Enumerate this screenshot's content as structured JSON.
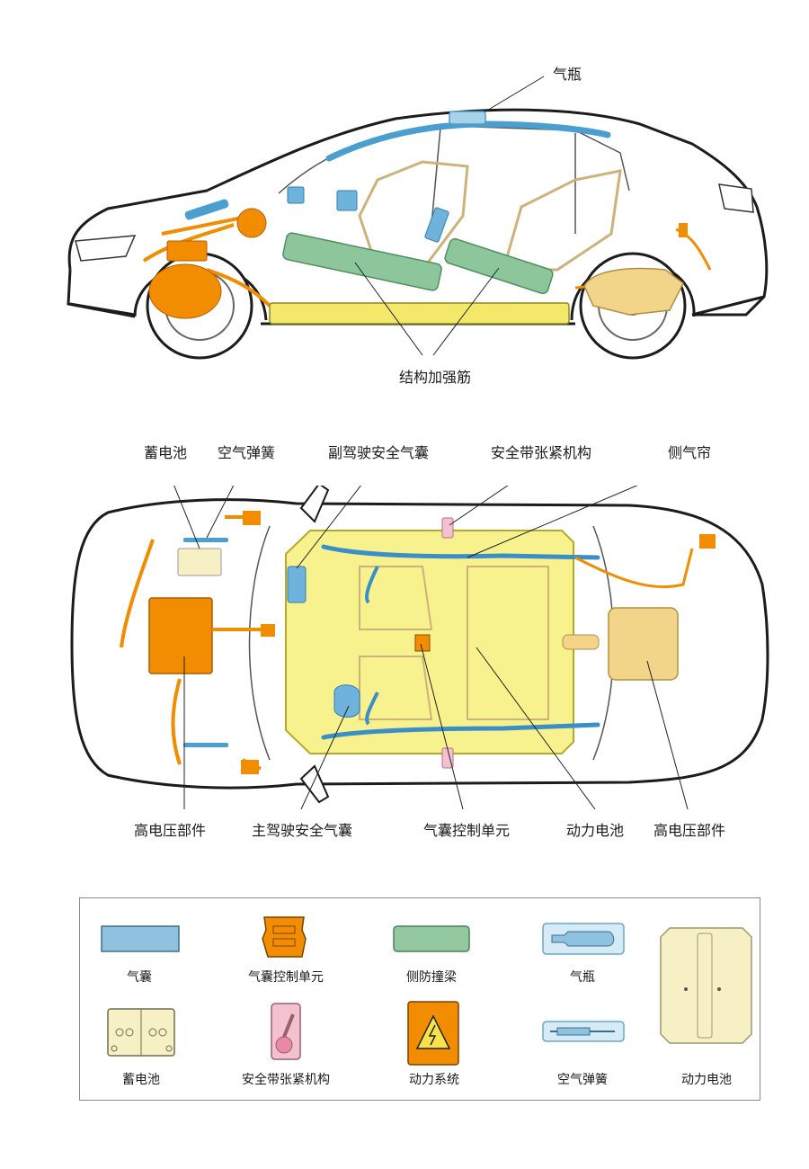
{
  "top_view_labels": {
    "gas_bottle": "气瓶",
    "reinforcement": "结构加强筋"
  },
  "plan_view_labels": {
    "battery_12v": "蓄电池",
    "air_spring": "空气弹簧",
    "passenger_airbag": "副驾驶安全气囊",
    "belt_tensioner": "安全带张紧机构",
    "side_curtain": "侧气帘",
    "hv_front": "高电压部件",
    "driver_airbag": "主驾驶安全气囊",
    "airbag_ecu": "气囊控制单元",
    "power_battery": "动力电池",
    "hv_rear": "高电压部件"
  },
  "legend": {
    "items": [
      {
        "label": "气囊",
        "icon": "airbag-swatch-icon",
        "color": "#8fc2df"
      },
      {
        "label": "气囊控制单元",
        "icon": "airbag-control-unit-icon",
        "color": "#f28c00"
      },
      {
        "label": "侧防撞梁",
        "icon": "side-impact-beam-icon",
        "color": "#93c8a0"
      },
      {
        "label": "气瓶",
        "icon": "gas-bottle-icon",
        "color": "#a7d2e8"
      },
      {
        "label": "蓄电池",
        "icon": "battery-12v-icon",
        "color": "#f6f0c4"
      },
      {
        "label": "安全带张紧机构",
        "icon": "belt-tensioner-icon",
        "color": "#f4c2cf"
      },
      {
        "label": "动力系统",
        "icon": "high-voltage-warning-icon",
        "color": "#f28c00"
      },
      {
        "label": "空气弹簧",
        "icon": "air-spring-icon",
        "color": "#a7d2e8"
      },
      {
        "label": "动力电池",
        "icon": "power-battery-pack-icon",
        "color": "#f6f0c4"
      }
    ]
  },
  "colors": {
    "airbag_blue": "#4a9fd0",
    "hv_orange": "#f28c00",
    "beam_green": "#8dc69b",
    "battery_yellow": "#f3e86a",
    "seat_tan": "#cdb27a",
    "pack_beige": "#f3d58a",
    "outline": "#1c1c1c"
  }
}
